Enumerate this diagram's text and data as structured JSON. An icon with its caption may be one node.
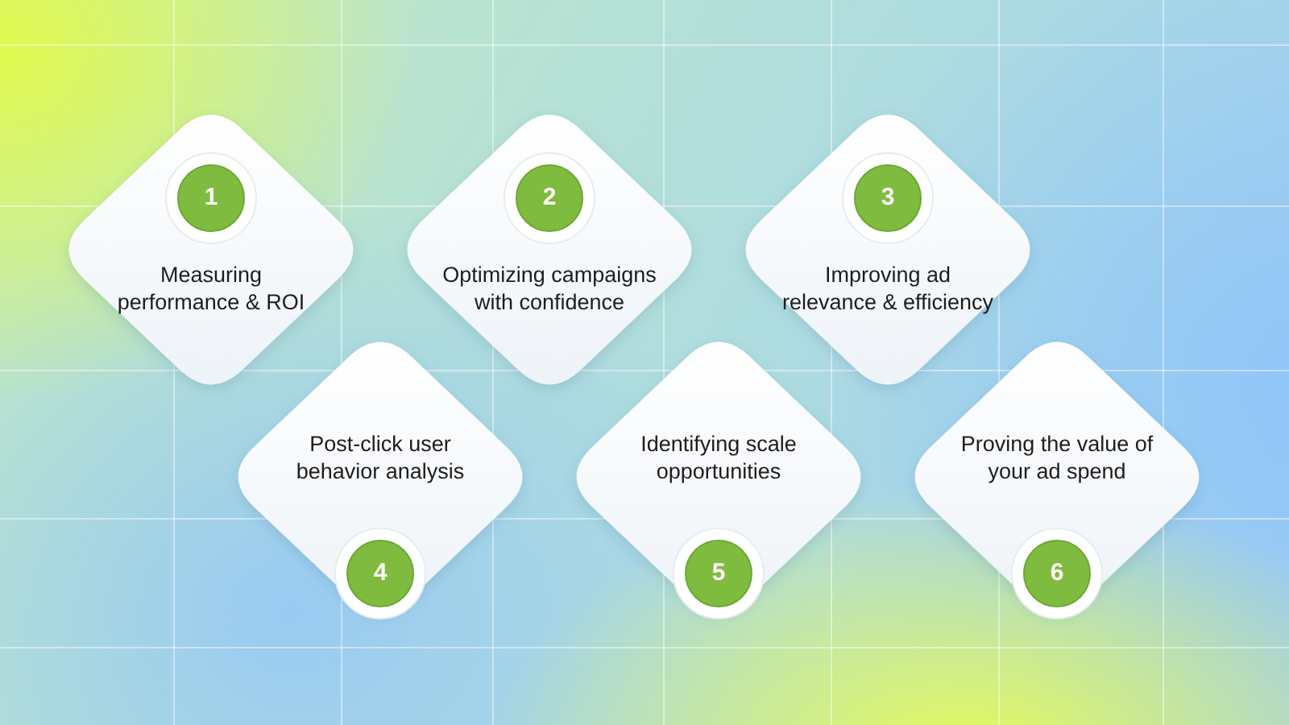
{
  "diagram": {
    "nodes": [
      {
        "text": [
          "Measuring performance & ROI"
        ]
      },
      {
        "text": [
          "1"
        ],
        "in": 0
      },
      {
        "text": [
          "Optimizing campaigns with confidence"
        ]
      },
      {
        "text": [
          "2"
        ],
        "in": 2
      },
      {
        "text": [
          "Improving ad relevance & efficiency"
        ]
      },
      {
        "text": [
          "3"
        ],
        "in": 4
      },
      {
        "text": [
          "Post-click user behavior analysis"
        ]
      },
      {
        "text": [
          "4"
        ],
        "in": 6
      },
      {
        "text": [
          "Identifying scale opportunities"
        ]
      },
      {
        "text": [
          "5"
        ],
        "in": 8
      },
      {
        "text": [
          "Proving the value of your ad spend"
        ]
      },
      {
        "text": [
          "6"
        ],
        "in": 10
      }
    ]
  }
}
